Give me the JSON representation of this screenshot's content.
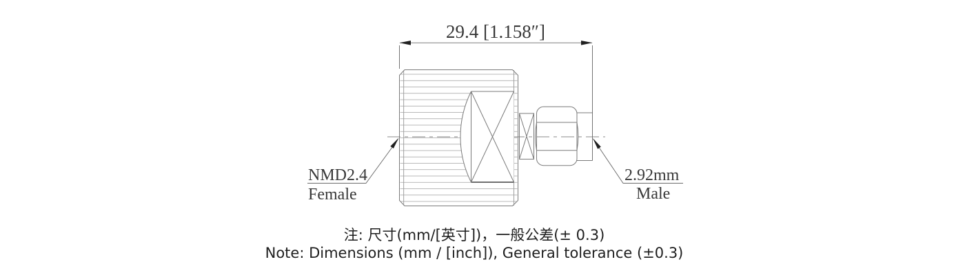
{
  "dimension": {
    "label": "29.4 [1.158″]"
  },
  "labels": {
    "left": {
      "line1": "NMD2.4",
      "line2": "Female"
    },
    "right": {
      "line1": "2.92mm",
      "line2": "Male"
    }
  },
  "notes": {
    "zh": "注: 尺寸(mm/[英寸])，一般公差(± 0.3)",
    "en": "Note: Dimensions (mm / [inch]), General tolerance (±0.3)"
  },
  "colors": {
    "line": "#7a7a7a",
    "text": "#383838",
    "background": "#ffffff"
  }
}
